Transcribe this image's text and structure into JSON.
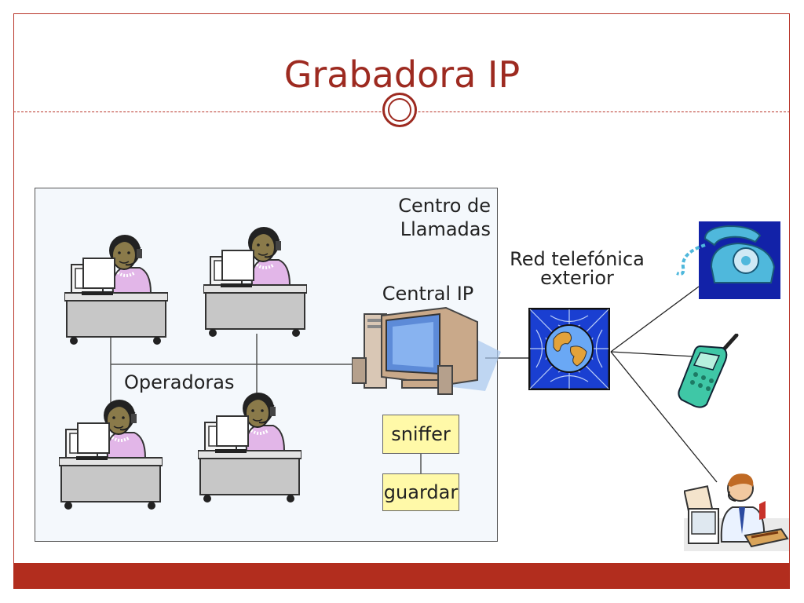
{
  "slide": {
    "title": "Grabadora IP"
  },
  "diagram": {
    "call_center_label": "Centro de Llamadas",
    "call_center_label_line1": "Centro de",
    "call_center_label_line2": "Llamadas",
    "central_label": "Central IP",
    "operators_label": "Operadoras",
    "network_label_line1": "Red telefónica",
    "network_label_line2": "exterior",
    "sniffer_label": "sniffer",
    "storage_label": "guardar"
  },
  "icons": [
    "operator-icon",
    "computer-icon",
    "globe-network-icon",
    "desk-phone-icon",
    "mobile-phone-icon",
    "customer-at-desk-icon"
  ],
  "colors": {
    "accent": "#9d2a20",
    "footer": "#b22d1e",
    "box_fill": "#fff9a8"
  }
}
